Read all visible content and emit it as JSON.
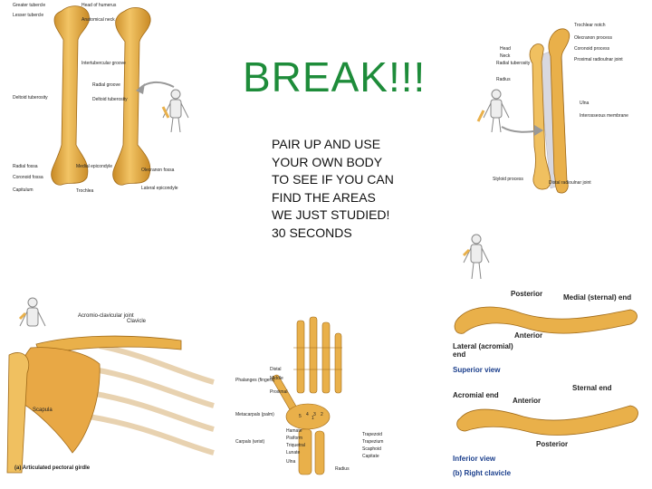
{
  "slide": {
    "title": "BREAK!!!",
    "body_lines": [
      "PAIR UP AND USE",
      "YOUR OWN BODY",
      "TO SEE IF YOU CAN",
      "FIND THE AREAS",
      "WE JUST STUDIED!",
      "30 SECONDS"
    ]
  },
  "humerus": {
    "labels": {
      "greater_tubercle": "Greater tubercle",
      "lesser_tubercle": "Lesser tubercle",
      "head": "Head of humerus",
      "anatomical_neck": "Anatomical neck",
      "intertubercular": "Intertubercular groove",
      "radial_groove": "Radial groove",
      "deltoid_left": "Deltoid tuberosity",
      "deltoid_right": "Deltoid tuberosity",
      "radial_fossa": "Radial fossa",
      "medial_epicondyle": "Medial epicondyle",
      "coronoid_fossa": "Coronoid fossa",
      "capitulum": "Capitulum",
      "trochlea": "Trochlea",
      "olecranon_fossa": "Olecranon fossa",
      "lateral_epicondyle": "Lateral epicondyle"
    }
  },
  "forearm": {
    "labels": {
      "trochlear_notch": "Trochlear notch",
      "olecranon_process": "Olecranon process",
      "coronoid_process": "Coronoid process",
      "proximal_radioulnar": "Proximal radioulnar joint",
      "head": "Head",
      "neck": "Neck",
      "radial_tuberosity": "Radial tuberosity",
      "radius": "Radius",
      "ulna": "Ulna",
      "interosseous": "Interosseous membrane",
      "styloid": "Styloid process",
      "distal_radioulnar": "Distal radioulnar joint"
    }
  },
  "pectoral": {
    "labels": {
      "acromioclavicular": "Acromio-clavicular joint",
      "clavicle": "Clavicle",
      "scapula": "Scapula",
      "caption": "(a) Articulated pectoral girdle"
    }
  },
  "hand": {
    "labels": {
      "distal": "Distal",
      "middle": "Middle",
      "proximal": "Proximal",
      "phalanges": "Phalanges (fingers)",
      "metacarpals": "Metacarpals (palm)",
      "carpals": "Carpals (wrist)",
      "hamate": "Hamate",
      "pisiform": "Pisiform",
      "triquetral": "Triquetral",
      "lunate": "Lunate",
      "ulna": "Ulna",
      "radius": "Radius",
      "trapezoid": "Trapezoid",
      "trapezium": "Trapezium",
      "scaphoid": "Scaphoid",
      "capitate": "Capitate",
      "n1": "1",
      "n2": "2",
      "n3": "3",
      "n4": "4",
      "n5": "5"
    }
  },
  "clavicle": {
    "labels": {
      "posterior_top": "Posterior",
      "medial_end": "Medial (sternal) end",
      "anterior_top": "Anterior",
      "lateral_end": "Lateral (acromial) end",
      "superior_view": "Superior view",
      "acromial_end": "Acromial end",
      "anterior_bottom": "Anterior",
      "sternal_end": "Sternal end",
      "posterior_bottom": "Posterior",
      "inferior_view": "Inferior view",
      "caption": "(b) Right clavicle"
    }
  },
  "colors": {
    "title": "#1e8c3a",
    "bone": "#e9b04a",
    "bone_shade": "#c98a25"
  }
}
